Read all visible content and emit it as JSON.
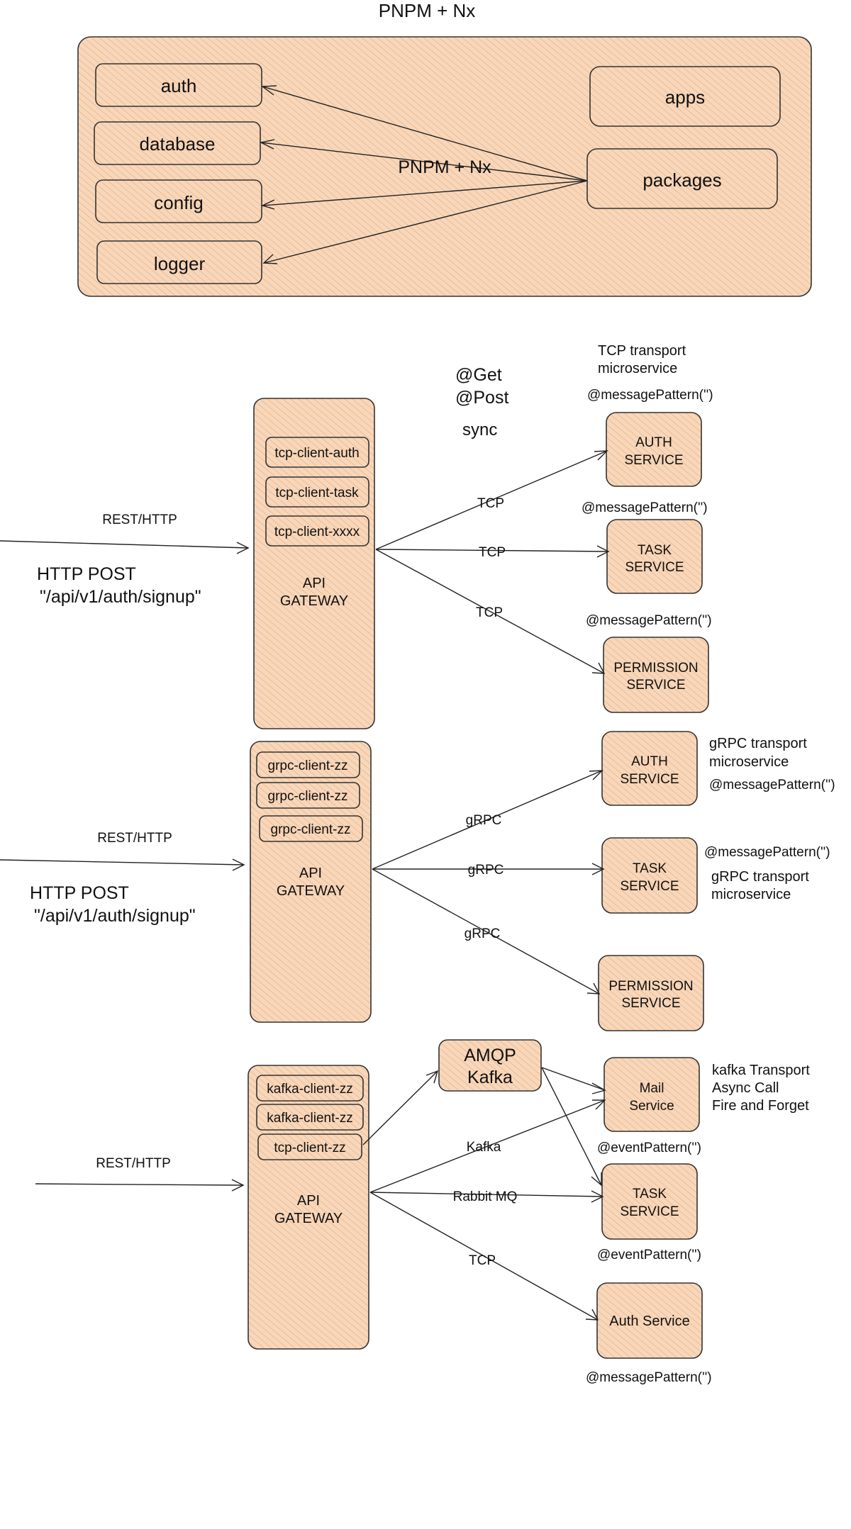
{
  "colors": {
    "fill": "#f7d7bb",
    "hatch": "#e8823c",
    "stroke": "#333333",
    "text": "#111111"
  },
  "monorepo": {
    "title": "PNPM + Nx",
    "edge_label": "PNPM + Nx",
    "packages": [
      "auth",
      "database",
      "config",
      "logger"
    ],
    "apps_label": "apps",
    "packages_label": "packages"
  },
  "tcp_section": {
    "decorators": [
      "@Get",
      "@Post"
    ],
    "sync_label": "sync",
    "transport_label": [
      "TCP transport",
      "microservice"
    ],
    "clients": [
      "tcp-client-auth",
      "tcp-client-task",
      "tcp-client-xxxx"
    ],
    "gateway_label": [
      "API",
      "GATEWAY"
    ],
    "rest_label": "REST/HTTP",
    "http_method": "HTTP POST",
    "http_path": "\"/api/v1/auth/signup\"",
    "services": [
      {
        "label": [
          "AUTH",
          "SERVICE"
        ],
        "pattern": "@messagePattern('')",
        "edge": "TCP"
      },
      {
        "label": [
          "TASK",
          "SERVICE"
        ],
        "pattern": "@messagePattern('')",
        "edge": "TCP"
      },
      {
        "label": [
          "PERMISSION",
          "SERVICE"
        ],
        "pattern": "@messagePattern('')",
        "edge": "TCP"
      }
    ]
  },
  "grpc_section": {
    "transport_label": [
      "gRPC transport",
      "microservice"
    ],
    "transport_label_2": [
      "gRPC transport",
      "microservice"
    ],
    "clients": [
      "grpc-client-zz",
      "grpc-client-zz",
      "grpc-client-zz"
    ],
    "gateway_label": [
      "API",
      "GATEWAY"
    ],
    "rest_label": "REST/HTTP",
    "http_method": "HTTP POST",
    "http_path": "\"/api/v1/auth/signup\"",
    "services": [
      {
        "label": [
          "AUTH",
          "SERVICE"
        ],
        "pattern": "@messagePattern('')",
        "edge": "gRPC"
      },
      {
        "label": [
          "TASK",
          "SERVICE"
        ],
        "pattern": "@messagePattern('')",
        "edge": "gRPC"
      },
      {
        "label": [
          "PERMISSION",
          "SERVICE"
        ],
        "edge": "gRPC"
      }
    ]
  },
  "event_section": {
    "clients": [
      "kafka-client-zz",
      "kafka-client-zz",
      "tcp-client-zz"
    ],
    "gateway_label": [
      "API",
      "GATEWAY"
    ],
    "rest_label": "REST/HTTP",
    "broker_label": [
      "AMQP",
      "Kafka"
    ],
    "transport_notes": [
      "kafka Transport",
      "Async Call",
      "Fire and Forget"
    ],
    "services": [
      {
        "label": [
          "Mail",
          "Service"
        ],
        "pattern": "@eventPattern('')",
        "edge": "Kafka"
      },
      {
        "label": [
          "TASK",
          "SERVICE"
        ],
        "pattern": "@eventPattern('')",
        "edge": "Rabbit MQ"
      },
      {
        "label": [
          "Auth Service"
        ],
        "pattern": "@messagePattern('')",
        "edge": "TCP"
      }
    ]
  }
}
